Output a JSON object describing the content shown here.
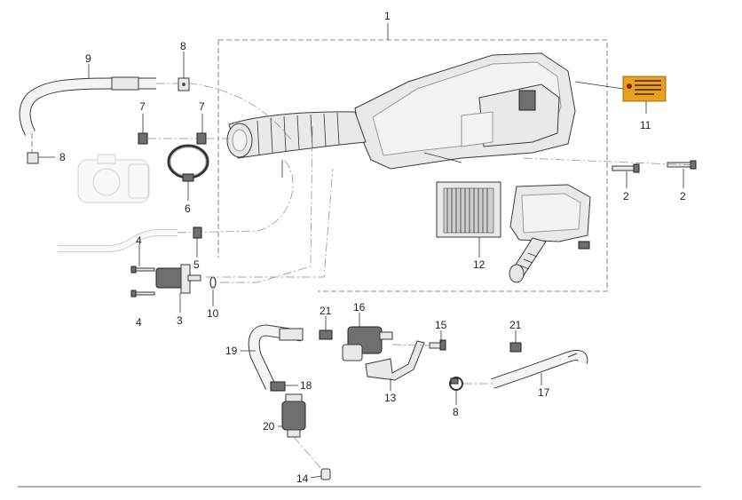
{
  "diagram": {
    "callouts": [
      {
        "id": "c1",
        "text": "1"
      },
      {
        "id": "c2a",
        "text": "2"
      },
      {
        "id": "c2b",
        "text": "2"
      },
      {
        "id": "c3",
        "text": "3"
      },
      {
        "id": "c4a",
        "text": "4"
      },
      {
        "id": "c4b",
        "text": "4"
      },
      {
        "id": "c5",
        "text": "5"
      },
      {
        "id": "c6",
        "text": "6"
      },
      {
        "id": "c7a",
        "text": "7"
      },
      {
        "id": "c7b",
        "text": "7"
      },
      {
        "id": "c8a",
        "text": "8"
      },
      {
        "id": "c8b",
        "text": "8"
      },
      {
        "id": "c8c",
        "text": "8"
      },
      {
        "id": "c9",
        "text": "9"
      },
      {
        "id": "c10",
        "text": "10"
      },
      {
        "id": "c11",
        "text": "11"
      },
      {
        "id": "c12",
        "text": "12"
      },
      {
        "id": "c13",
        "text": "13"
      },
      {
        "id": "c14",
        "text": "14"
      },
      {
        "id": "c15",
        "text": "15"
      },
      {
        "id": "c16",
        "text": "16"
      },
      {
        "id": "c17",
        "text": "17"
      },
      {
        "id": "c18",
        "text": "18"
      },
      {
        "id": "c19",
        "text": "19"
      },
      {
        "id": "c20",
        "text": "20"
      },
      {
        "id": "c21a",
        "text": "21"
      },
      {
        "id": "c21b",
        "text": "21"
      }
    ]
  },
  "colors": {
    "line": "#333333",
    "part_fill": "#e9e9e9",
    "label_sticker": "#e8a11c",
    "background": "#ffffff"
  }
}
